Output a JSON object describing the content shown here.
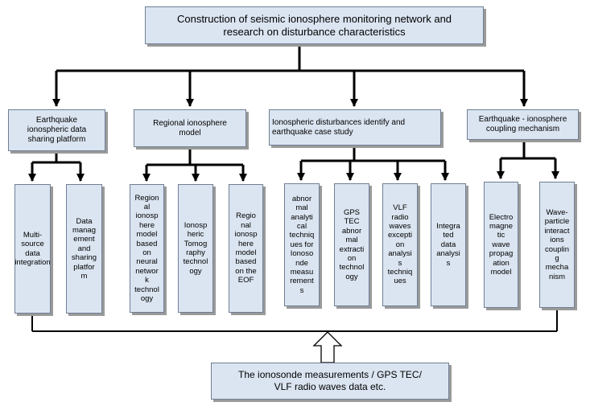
{
  "title": "Construction of seismic ionosphere monitoring network and\nresearch on disturbance characteristics",
  "branches": [
    {
      "label": "Earthquake\nionospheric data\nsharing platform",
      "children": [
        "Multi-\nsource\ndata\nintegration",
        "Data\nmanag\nement\nand\nsharing\nplatfor\nm"
      ]
    },
    {
      "label": "Regional ionosphere\nmodel",
      "children": [
        "Region\nal\nionosp\nhere\nmodel\nbased\non\nneural\nnetwor\nk\ntechnol\nogy",
        "Ionosp\nheric\nTomog\nraphy\ntechnol\nogy",
        "Regio\nnal\nionosp\nhere\nmodel\nbased\non the\nEOF"
      ]
    },
    {
      "label": "Ionospheric disturbances identify and\nearthquake case study",
      "children": [
        "abnor\nmal\nanalyti\ncal\ntechniq\nues for\nIonoso\nnde\nmeasu\nrement\ns",
        "GPS\nTEC\nabnor\nmal\nextracti\non\ntechnol\nogy",
        "VLF\nradio\nwaves\nexcepti\non\nanalysi\ns\ntechniq\nues",
        "Integra\nted\ndata\nanalysi\ns"
      ]
    },
    {
      "label": "Earthquake - ionosphere\ncoupling mechanism",
      "children": [
        "Electro\nmagne\ntic\nwave\npropag\nation\nmodel",
        "Wave-\nparticle\ninteract\nions\ncouplin\ng\nmecha\nnism"
      ]
    }
  ],
  "data_source": "The ionosonde measurements / GPS TEC/\nVLF radio waves data etc.",
  "colors": {
    "box_fill": "#dbe5f1",
    "box_border": "#6f7f93",
    "shadow": "#9a9a9a",
    "connector": "#000000"
  }
}
